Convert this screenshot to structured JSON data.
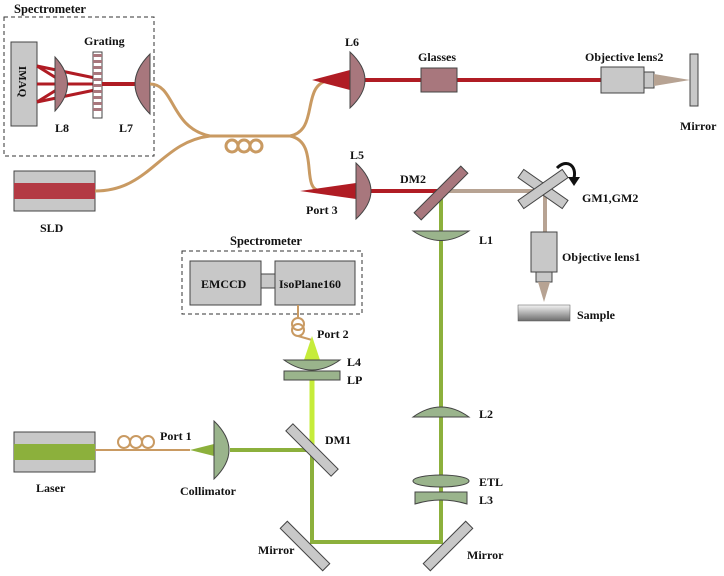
{
  "labels": {
    "spectrometer_top": "Spectrometer",
    "grating": "Grating",
    "imaq": "IMAQ",
    "l8": "L8",
    "l7": "L7",
    "sld": "SLD",
    "l6": "L6",
    "glasses": "Glasses",
    "objective_lens2": "Objective lens2",
    "mirror_top": "Mirror",
    "l5": "L5",
    "port3": "Port 3",
    "dm2": "DM2",
    "gm": "GM1,GM2",
    "l1": "L1",
    "objective_lens1": "Objective lens1",
    "sample": "Sample",
    "spectrometer_mid": "Spectrometer",
    "emccd": "EMCCD",
    "isoplane": "IsoPlane160",
    "port2": "Port 2",
    "l4": "L4",
    "lp": "LP",
    "l2": "L2",
    "laser": "Laser",
    "port1": "Port 1",
    "collimator": "Collimator",
    "dm1": "DM1",
    "etl": "ETL",
    "l3": "L3",
    "mirror_bottom_left": "Mirror",
    "mirror_bottom_right": "Mirror"
  },
  "colors": {
    "oct_beam": "#b01c24",
    "mixed_beam": "#b7a393",
    "green_beam": "#8cb03c",
    "bright_green": "#c6ec3a",
    "fiber": "#c99a62",
    "lens_red": "#a8777d",
    "lens_green": "#9ab48c",
    "gray": "#c8c8c8"
  }
}
